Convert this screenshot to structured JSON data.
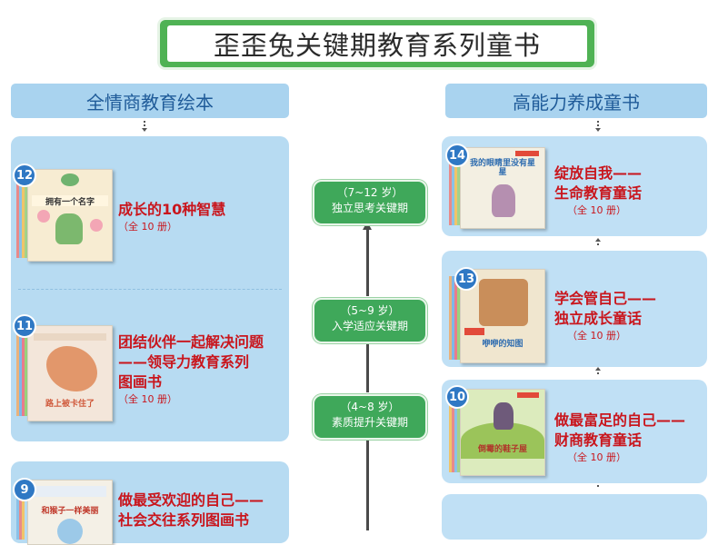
{
  "title": "歪歪兔关键期教育系列童书",
  "left_column": {
    "heading": "全情商教育绘本"
  },
  "right_column": {
    "heading": "高能力养成童书"
  },
  "left_items": [
    {
      "number": "12",
      "line1": "成长的10种智慧",
      "line2": "",
      "line3": "",
      "count": "（全 10 册）",
      "book_title": "拥有一个名字",
      "book_color": "#f7ecd2"
    },
    {
      "number": "11",
      "line1": "团结伙伴一起解决问题",
      "line2": "——领导力教育系列",
      "line3": "图画书",
      "count": "（全 10 册）",
      "book_title": "路上被卡住了",
      "book_color": "#f3e6da"
    },
    {
      "number": "9",
      "line1": "做最受欢迎的自己——",
      "line2": "社会交往系列图画书",
      "line3": "",
      "count": "",
      "book_title": "和猴子一样美丽",
      "book_color": "#f4f0e6"
    }
  ],
  "right_items": [
    {
      "number": "14",
      "line1": "绽放自我——",
      "line2": "生命教育童话",
      "count": "（全 10 册）",
      "book_title": "我的眼睛里没有星星",
      "book_color": "#f3efe2"
    },
    {
      "number": "13",
      "line1": "学会管自己——",
      "line2": "独立成长童话",
      "count": "（全 10 册）",
      "book_title": "咿咿的知图",
      "book_color": "#f0e6cf"
    },
    {
      "number": "10",
      "line1": "做最富足的自己——",
      "line2": "财商教育童话",
      "count": "（全 10 册）",
      "book_title": "倒霉的鞋子屋",
      "book_color": "#dcebbd"
    }
  ],
  "stages": [
    {
      "age": "（7~12 岁）",
      "name": "独立思考关键期"
    },
    {
      "age": "（5~9 岁）",
      "name": "入学适应关键期"
    },
    {
      "age": "（4~8 岁）",
      "name": "素质提升关键期"
    }
  ],
  "colors": {
    "green": "#4fb254",
    "blue_panel": "#b7dbf2",
    "red_text": "#c9161d",
    "number_badge": "#2f78c4"
  }
}
